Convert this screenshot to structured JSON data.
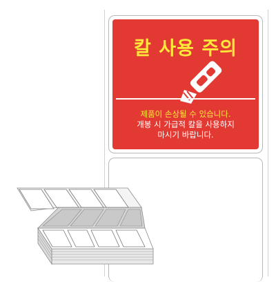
{
  "label": {
    "title": "칼 사용 주의",
    "notice_line1": "제품이 손상될 수 있습니다.",
    "notice_line2": "개봉 시 가급적 칼을 사용하지",
    "notice_line3": "마시기 바랍니다.",
    "icon": "box-cutter-icon",
    "colors": {
      "background": "#e23a33",
      "title": "#ffe83a",
      "text": "#ffffff"
    }
  },
  "illustration": {
    "icon": "fanfold-label-stack-icon"
  }
}
